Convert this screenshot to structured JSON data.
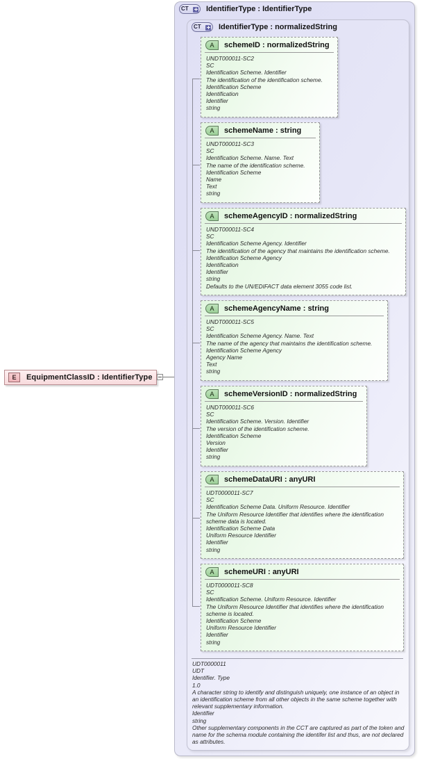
{
  "diagram": {
    "type": "xsd-schema-diagram",
    "element": {
      "icon": "element-icon",
      "icon_letter": "E",
      "label": "EquipmentClassID : IdentifierType",
      "color": "#f7dadd"
    },
    "containers": [
      {
        "icon": "complextype-icon",
        "icon_text": "CT",
        "title": "IdentifierType : IdentifierType"
      },
      {
        "icon": "complextype-icon",
        "icon_text": "CT",
        "title": "IdentifierType : normalizedString"
      }
    ],
    "attributes": [
      {
        "icon": "attribute-icon",
        "icon_letter": "A",
        "title": "schemeID : normalizedString",
        "lines": [
          "UNDT000011-SC2",
          "SC",
          "Identification Scheme. Identifier",
          "The identification of the identification scheme.",
          "Identification Scheme",
          "Identification",
          "Identifier",
          "string"
        ]
      },
      {
        "icon": "attribute-icon",
        "icon_letter": "A",
        "title": "schemeName : string",
        "lines": [
          "UNDT000011-SC3",
          "SC",
          "Identification Scheme. Name. Text",
          "The name of the identification scheme.",
          "Identification Scheme",
          "Name",
          "Text",
          "string"
        ]
      },
      {
        "icon": "attribute-icon",
        "icon_letter": "A",
        "title": "schemeAgencyID : normalizedString",
        "lines": [
          "UNDT000011-SC4",
          "SC",
          "Identification Scheme Agency. Identifier",
          "The identification of the agency that maintains the identification scheme.",
          "Identification Scheme Agency",
          "Identification",
          "Identifier",
          "string",
          "Defaults to the UN/EDIFACT data element 3055 code list."
        ]
      },
      {
        "icon": "attribute-icon",
        "icon_letter": "A",
        "title": "schemeAgencyName : string",
        "lines": [
          "UNDT000011-SC5",
          "SC",
          "Identification Scheme Agency. Name. Text",
          "The name of the agency that maintains the identification scheme.",
          "Identification Scheme Agency",
          "Agency Name",
          "Text",
          "string"
        ]
      },
      {
        "icon": "attribute-icon",
        "icon_letter": "A",
        "title": "schemeVersionID : normalizedString",
        "lines": [
          "UNDT000011-SC6",
          "SC",
          "Identification Scheme. Version. Identifier",
          "The version of the identification scheme.",
          "Identification Scheme",
          "Version",
          "Identifier",
          "string"
        ]
      },
      {
        "icon": "attribute-icon",
        "icon_letter": "A",
        "title": "schemeDataURI : anyURI",
        "lines": [
          "UDT0000011-SC7",
          "SC",
          "Identification Scheme Data. Uniform Resource. Identifier",
          "The Uniform Resource Identifier that identifies where the identification scheme data is located.",
          "Identification Scheme Data",
          "Uniform Resource Identifier",
          "Identifier",
          "string"
        ]
      },
      {
        "icon": "attribute-icon",
        "icon_letter": "A",
        "title": "schemeURI : anyURI",
        "lines": [
          "UDT0000011-SC8",
          "SC",
          "Identification Scheme. Uniform Resource. Identifier",
          "The Uniform Resource Identifier that identifies where the identification scheme is located.",
          "Identification Scheme",
          "Uniform Resource Identifier",
          "Identifier",
          "string"
        ]
      }
    ],
    "footer_documentation": [
      "UDT0000011",
      "UDT",
      "Identifier. Type",
      "1.0",
      "A character string to identify and distinguish uniquely, one instance of an object in an identification scheme from all other objects in the same scheme together with relevant supplementary information.",
      "Identifier",
      "string",
      "Other supplementary components in the CCT are captured as part of the token and name for the schema module containing the identifer list and thus, are not declared as attributes."
    ]
  }
}
